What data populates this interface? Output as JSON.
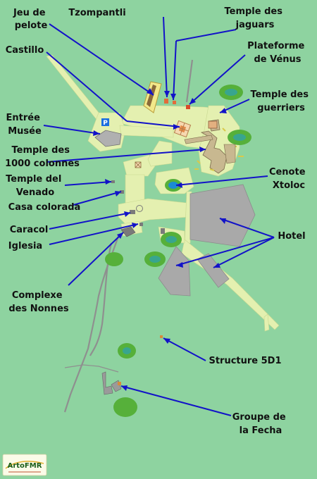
{
  "labels": {
    "jeu_de_pelote": [
      "Jeu de",
      "pelote"
    ],
    "tzompantli": [
      "Tzompantli"
    ],
    "temple_des_jaguars": [
      "Temple des",
      "jaguars"
    ],
    "castillo": [
      "Castillo"
    ],
    "plateforme_de_venus": [
      "Plateforme",
      "de Vénus"
    ],
    "temple_des_guerriers": [
      "Temple des",
      "guerriers"
    ],
    "entree_musee": [
      "Entrée",
      "Musée"
    ],
    "temple_des_1000_colonnes": [
      "Temple des",
      "1000 colonnes"
    ],
    "cenote_xtoloc": [
      "Cenote",
      "Xtoloc"
    ],
    "temple_del_venado": [
      "Temple del",
      "Venado"
    ],
    "casa_colorada": [
      "Casa colorada"
    ],
    "caracol": [
      "Caracol"
    ],
    "hotel": [
      "Hotel"
    ],
    "iglesia": [
      "Iglesia"
    ],
    "complexe_des_nonnes": [
      "Complexe",
      "des Nonnes"
    ],
    "structure_5d1": [
      "Structure 5D1"
    ],
    "groupe_de_la_fecha": [
      "Groupe de",
      "la Fecha"
    ]
  },
  "parking_symbol": "P",
  "logo": {
    "text": "ArtoFMR"
  },
  "colors": {
    "background": "#8ed3a0",
    "path": "#e4f0b0",
    "hotel": "#a9a9a9",
    "temple": "#f2e88a",
    "pointer": "#1212c8",
    "cenote": "#1b8bd4",
    "vegetation": "#56b03a",
    "road": "#8f8f8f"
  }
}
